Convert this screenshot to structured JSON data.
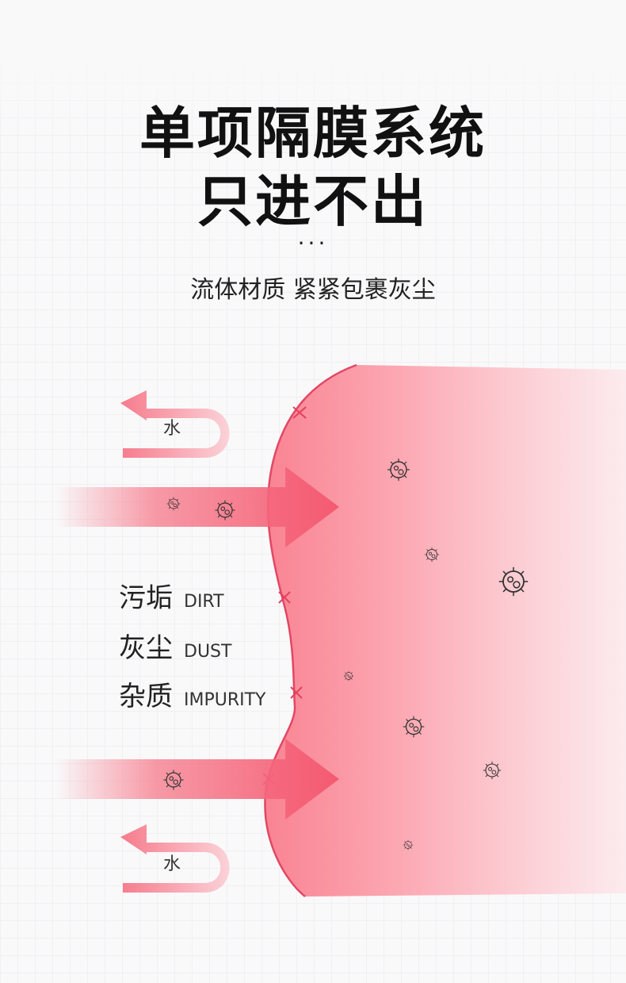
{
  "heading": {
    "line1": "单项隔膜系统",
    "line2": "只进不出",
    "dots": "···",
    "subtitle": "流体材质 紧紧包裹灰尘"
  },
  "labels": [
    {
      "zh": "污垢",
      "en": "DIRT"
    },
    {
      "zh": "灰尘",
      "en": "DUST"
    },
    {
      "zh": "杂质",
      "en": "IMPURITY"
    }
  ],
  "water_label": "水",
  "colors": {
    "accent": "#f0566a",
    "membrane_light": "#fde6e9",
    "arrow": "#f4607a",
    "text": "#111111"
  }
}
